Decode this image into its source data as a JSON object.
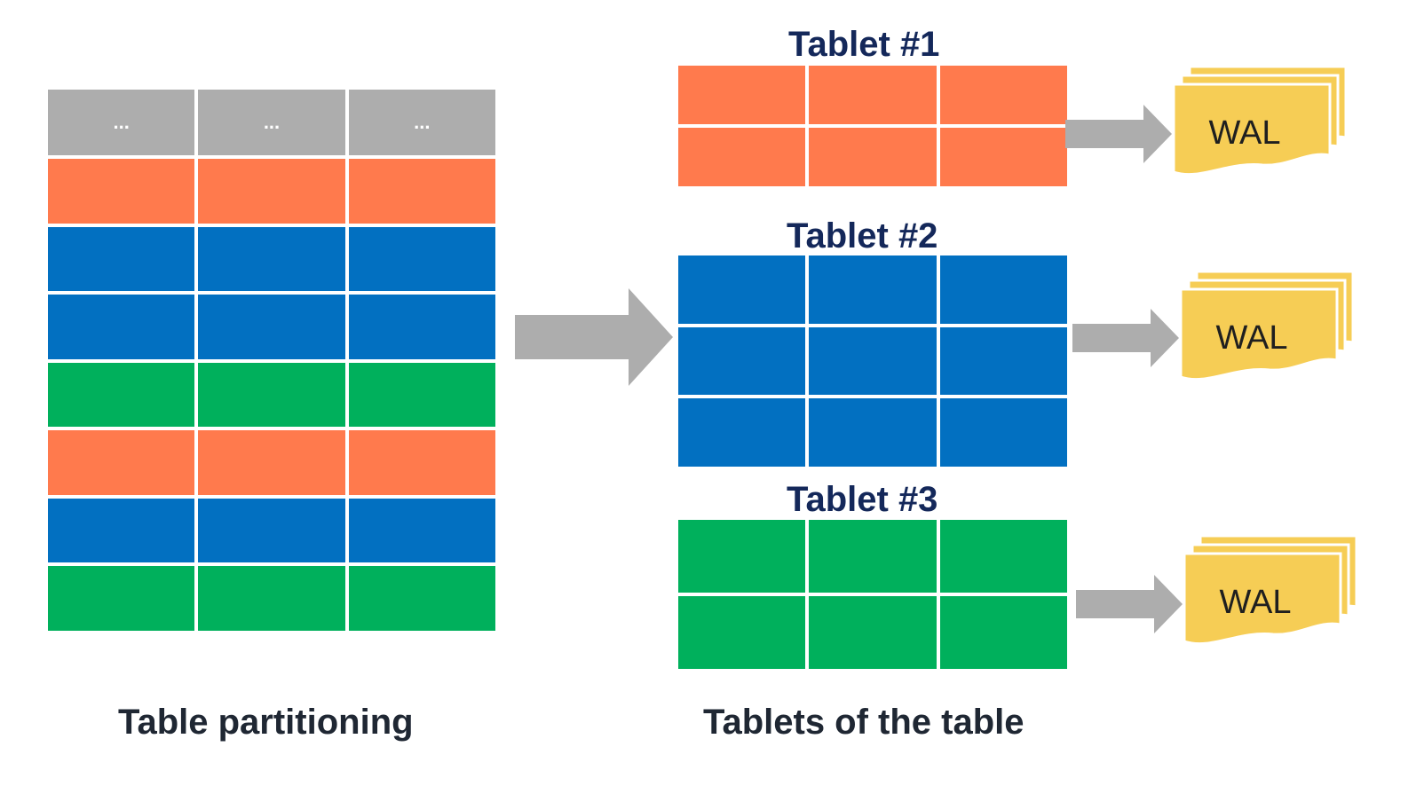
{
  "colors": {
    "header": "#adadad",
    "orange": "#ff7a4d",
    "blue": "#0270c1",
    "green": "#00b05c",
    "arrow": "#adadad",
    "wal": "#f6cd55",
    "title": "#14285a"
  },
  "source_table": {
    "header_cells": [
      "...",
      "...",
      "..."
    ],
    "rows": [
      "orange",
      "blue",
      "blue",
      "green",
      "orange",
      "blue",
      "green"
    ],
    "caption": "Table partitioning"
  },
  "tablets": [
    {
      "title": "Tablet #1",
      "color": "orange",
      "rows": 2,
      "wal_label": "WAL"
    },
    {
      "title": "Tablet #2",
      "color": "blue",
      "rows": 3,
      "wal_label": "WAL"
    },
    {
      "title": "Tablet #3",
      "color": "green",
      "rows": 2,
      "wal_label": "WAL"
    }
  ],
  "tablets_caption": "Tablets of the table"
}
